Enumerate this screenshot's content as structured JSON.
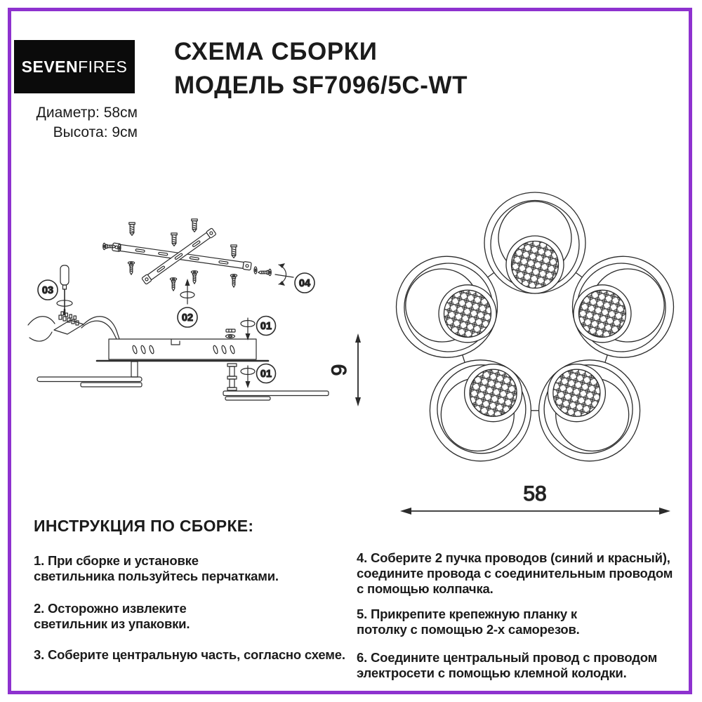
{
  "meta": {
    "accent_color": "#8E32CF"
  },
  "header": {
    "logo_bold": "SEVEN",
    "logo_light": "FIRES",
    "title_line1": "СХЕМА СБОРКИ",
    "title_line2": "МОДЕЛЬ SF7096/5C-WT",
    "spec_diameter": "Диаметр: 58см",
    "spec_height": "Высота: 9см"
  },
  "diagram": {
    "callouts": {
      "n01": "01",
      "n02": "02",
      "n03": "03",
      "n04": "04"
    },
    "dim_height": "9",
    "dim_width": "58"
  },
  "instructions": {
    "heading": "ИНСТРУКЦИЯ ПО СБОРКЕ:",
    "left": [
      {
        "text": "1. При сборке и установке\nсветильника пользуйтесь перчатками."
      },
      {
        "text": "2. Осторожно извлеките\nсветильник из упаковки."
      },
      {
        "text": "3. Соберите центральную часть, согласно схеме."
      }
    ],
    "right": [
      {
        "text": "4. Соберите 2 пучка проводов (синий и красный),\nсоедините провода с соединительным проводом\nс помощью колпачка."
      },
      {
        "text": "5. Прикрепите крепежную планку к\nпотолку с помощью 2-х саморезов."
      },
      {
        "text": "6. Соедините центральный провод с проводом\nэлектросети с помощью клемной колодки."
      }
    ]
  }
}
